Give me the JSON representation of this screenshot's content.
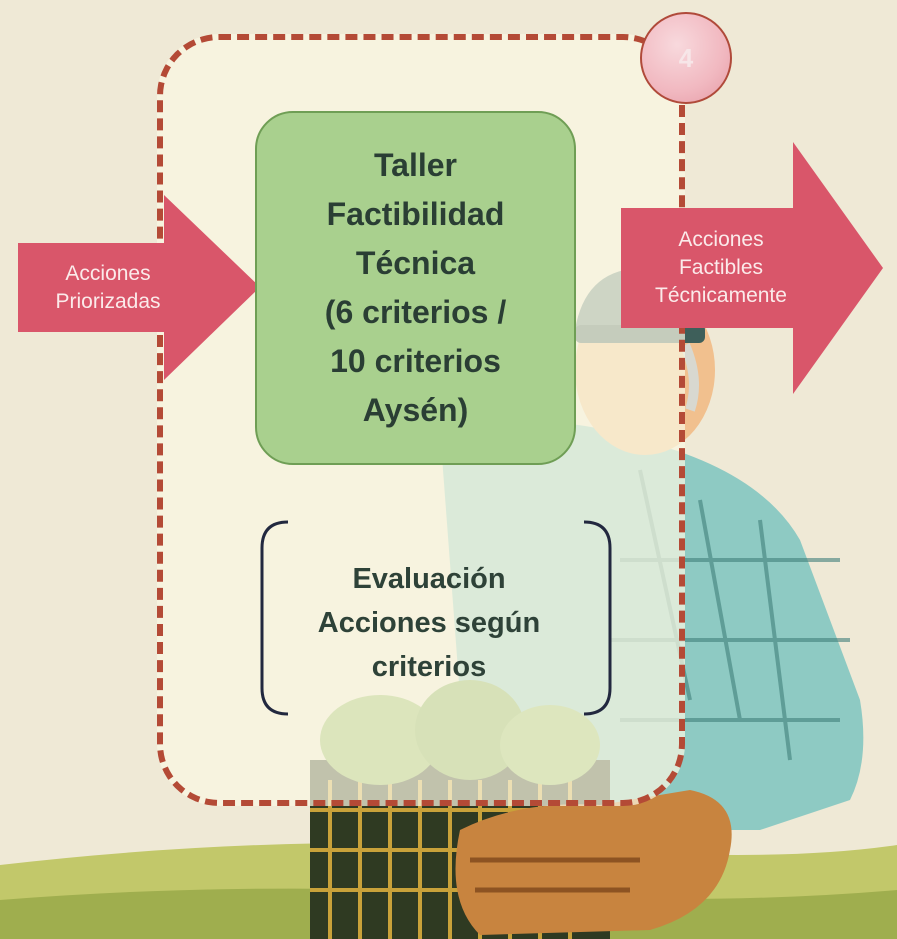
{
  "step_badge": {
    "number": "4"
  },
  "workshop": {
    "lines": [
      "Taller",
      "Factibilidad",
      "Técnica",
      "(6 criterios /",
      "10 criterios",
      "Aysén)"
    ]
  },
  "input_arrow": {
    "lines": [
      "Acciones",
      "Priorizadas"
    ]
  },
  "output_arrow": {
    "lines": [
      "Acciones",
      "Factibles",
      "Técnicamente"
    ]
  },
  "evaluation": {
    "lines": [
      "Evaluación",
      "Acciones según",
      "criterios"
    ]
  },
  "colors": {
    "dashed_border": "#b44a36",
    "arrow_fill": "#d9566a",
    "workshop_fill": "#a9d08e",
    "badge_fill": "#f1b8c0",
    "text_dark": "#2a3e34"
  }
}
